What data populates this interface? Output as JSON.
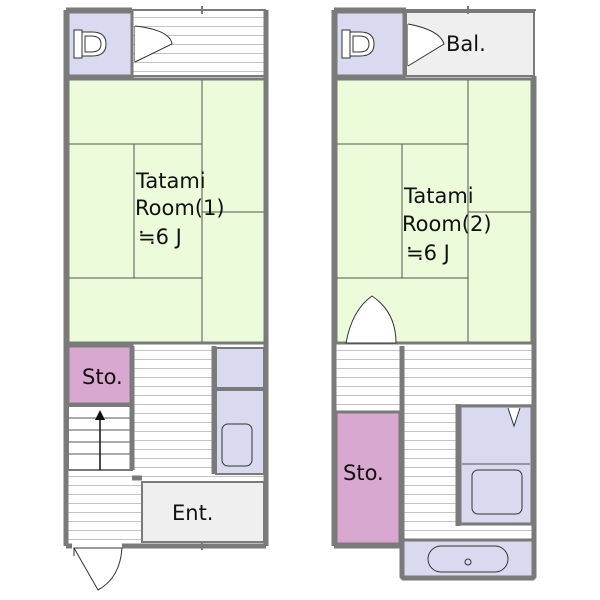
{
  "floor1": {
    "room_name_line1": "Tatami",
    "room_name_line2": "Room(1)",
    "room_size": "≒6 J",
    "storage_label": "Sto.",
    "entrance_label": "Ent."
  },
  "floor2": {
    "room_name_line1": "Tatami",
    "room_name_line2": "Room(2)",
    "room_size": "≒6 J",
    "storage_label": "Sto.",
    "balcony_label": "Bal."
  },
  "colors": {
    "tatami": "#ecfbd9",
    "storage": "#d8a8d0",
    "fixture": "#d9d9ef",
    "wall": "#7a7a7a",
    "floor_line": "#bdbdbd"
  }
}
